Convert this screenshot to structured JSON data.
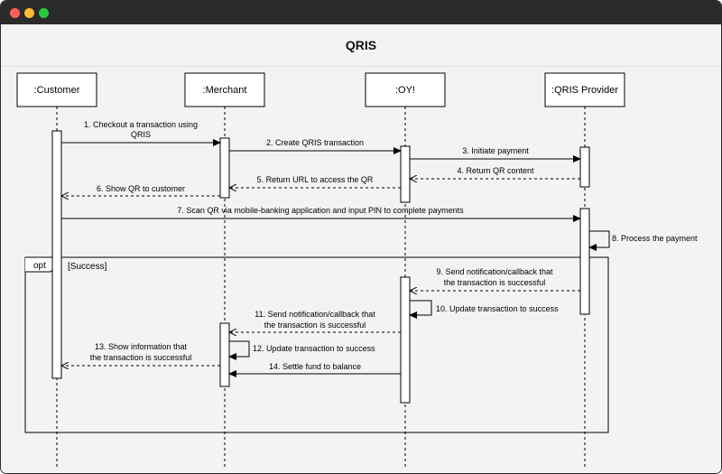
{
  "window": {
    "title": "QRIS",
    "controls": [
      "close",
      "minimize",
      "maximize"
    ]
  },
  "diagram": {
    "participants": [
      ":Customer",
      ":Merchant",
      ":OY!",
      ":QRIS Provider"
    ],
    "fragment": {
      "operator": "opt",
      "guard": "[Success]"
    },
    "messages": [
      {
        "line1": "1. Checkout a transaction using",
        "line2": "QRIS"
      },
      {
        "line1": "2. Create QRIS transaction"
      },
      {
        "line1": "3. Initiate payment"
      },
      {
        "line1": "4. Return QR content"
      },
      {
        "line1": "5. Return URL to access the QR"
      },
      {
        "line1": "6. Show QR to customer"
      },
      {
        "line1": "7. Scan QR via mobile-banking application and input PIN to complete payments"
      },
      {
        "line1": "8. Process the payment"
      },
      {
        "line1": "9. Send notification/callback that",
        "line2": "the transaction is successful"
      },
      {
        "line1": "10. Update transaction to success"
      },
      {
        "line1": "11. Send notification/callback that",
        "line2": "the transaction is successful"
      },
      {
        "line1": "12. Update transaction to success"
      },
      {
        "line1": "13. Show information that",
        "line2": "the transaction is successful"
      },
      {
        "line1": "14. Settle fund to balance"
      }
    ]
  }
}
